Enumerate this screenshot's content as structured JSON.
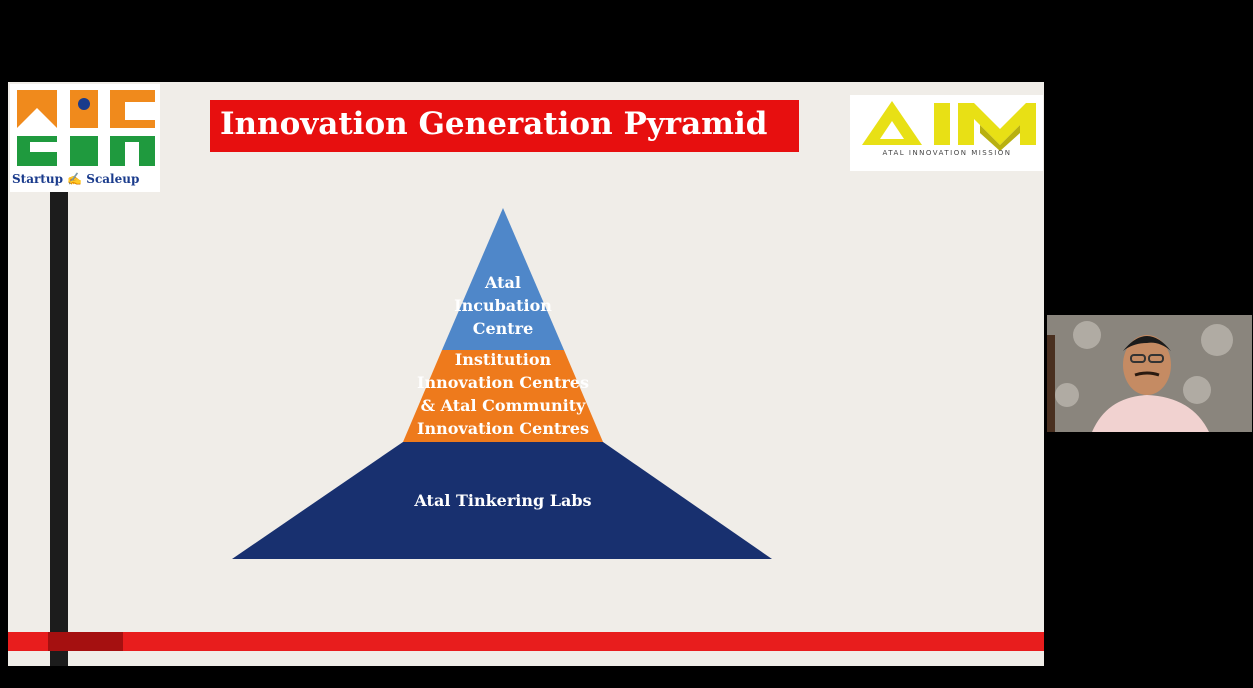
{
  "slide": {
    "title": "Innovation Generation Pyramid"
  },
  "logo_left": {
    "caption_start": "Startup",
    "caption_end": "Scaleup",
    "colors": {
      "saffron": "#f08a1c",
      "green": "#1f9a3e",
      "blue": "#1a3b8c"
    }
  },
  "logo_right": {
    "letters": "AIM",
    "caption": "ATAL INNOVATION MISSION",
    "color": "#e8e015"
  },
  "pyramid": {
    "top_label": [
      "Atal",
      "Incubation",
      "Centre"
    ],
    "middle_label": [
      "Institution",
      "Innovation Centres",
      "& Atal Community",
      "Innovation Centres"
    ],
    "bottom_label": "Atal Tinkering Labs",
    "colors": {
      "top": "#4f87c9",
      "middle": "#ee7a1c",
      "bottom": "#18306f"
    }
  },
  "webcam": {
    "participant": "presenter-video"
  }
}
